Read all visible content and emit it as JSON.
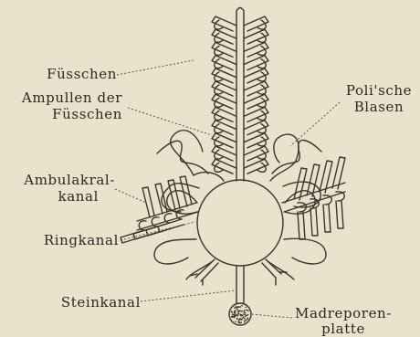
{
  "figure": {
    "labels": {
      "fusschen": "Füsschen",
      "ampullen_line1": "Ampullen der",
      "ampullen_line2": "Füsschen",
      "poli_line1": "Poli'sche",
      "poli_line2": "Blasen",
      "ambulakral_line1": "Ambulakral-",
      "ambulakral_line2": "kanal",
      "ringkanal": "Ringkanal",
      "steinkanal": "Steinkanal",
      "madreporen_line1": "Madreporen-",
      "madreporen_line2": "platte"
    }
  }
}
